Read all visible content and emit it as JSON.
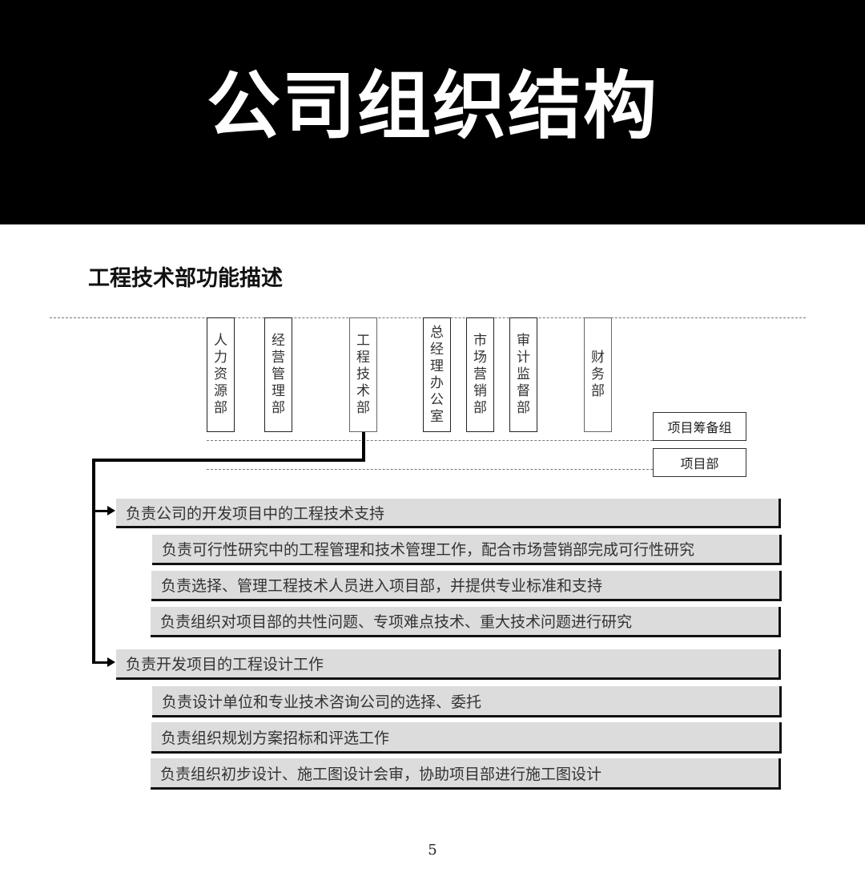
{
  "banner": {
    "title": "公司组织结构"
  },
  "section": {
    "title": "工程技术部功能描述"
  },
  "departments": [
    {
      "name": "人力资源部",
      "chars": [
        "人",
        "力",
        "资",
        "源",
        "部"
      ]
    },
    {
      "name": "经营管理部",
      "chars": [
        "经",
        "营",
        "管",
        "理",
        "部"
      ]
    },
    {
      "name": "工程技术部",
      "chars": [
        "工",
        "程",
        "技",
        "术",
        "部"
      ]
    },
    {
      "name": "总经理办公室",
      "chars": [
        "总",
        "经",
        "理",
        "办",
        "公",
        "室"
      ]
    },
    {
      "name": "市场营销部",
      "chars": [
        "市",
        "场",
        "营",
        "销",
        "部"
      ]
    },
    {
      "name": "审计监督部",
      "chars": [
        "审",
        "计",
        "监",
        "督",
        "部"
      ]
    },
    {
      "name": "财务部",
      "chars": [
        "财",
        "务",
        "部"
      ]
    }
  ],
  "projects": [
    {
      "name": "项目筹备组"
    },
    {
      "name": "项目部"
    }
  ],
  "functions": [
    {
      "title": "负责公司的开发项目中的工程技术支持",
      "items": [
        "负责可行性研究中的工程管理和技术管理工作，配合市场营销部完成可行性研究",
        "负责选择、管理工程技术人员进入项目部，并提供专业标准和支持",
        "负责组织对项目部的共性问题、专项难点技术、重大技术问题进行研究"
      ]
    },
    {
      "title": "负责开发项目的工程设计工作",
      "items": [
        "负责设计单位和专业技术咨询公司的选择、委托",
        "负责组织规划方案招标和评选工作",
        "负责组织初步设计、施工图设计会审，协助项目部进行施工图设计"
      ]
    }
  ],
  "page": {
    "number": "5"
  },
  "colors": {
    "banner_bg": "#000000",
    "bar_fill": "#dcdcdc",
    "bar_shadow": "#111111",
    "dash": "#777777"
  }
}
